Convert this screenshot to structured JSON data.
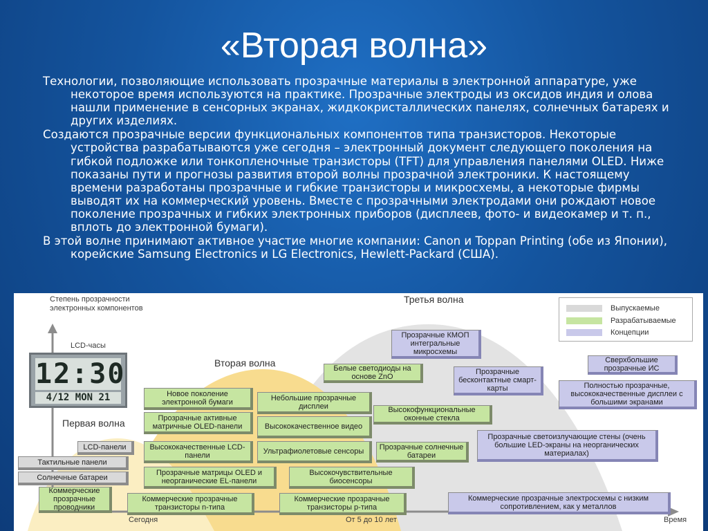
{
  "slide": {
    "title": "«Вторая волна»",
    "paragraphs": [
      "Технологии, позволяющие использовать прозрачные материалы в электронной аппаратуре, уже некоторое время используются на практике. Прозрачные электроды из оксидов индия и олова нашли применение в сенсорных экранах, жидкокристаллических панелях, солнечных батареях и других изделиях.",
      "Создаются прозрачные версии функциональных компонентов типа транзисторов. Некоторые устройства разрабатываются уже сегодня – электронный документ следующего поколения на гибкой подложке или тонкопленочные транзисторы (TFT) для управления панелями OLED. Ниже показаны пути и прогнозы развития второй волны прозрачной электроники. К настоящему времени разработаны прозрачные и гибкие транзисторы и микросхемы, а некоторые фирмы выводят их на коммерческий уровень. Вместе с прозрачными электродами они рождают новое поколение прозрачных и гибких электронных приборов (дисплеев, фото- и видеокамер и т. п., вплоть до электронной бумаги).",
      "В этой волне принимают активное участие многие компании: Canon и Toppan Printing (обе из Японии), корейские Samsung Electronics и LG Electronics, Hewlett-Packard (США)."
    ]
  },
  "diagram": {
    "y_axis_label": "Степень прозрачности электронных компонентов",
    "x_axis_label": "Время",
    "x_ticks": [
      "Сегодня",
      "От 5 до 10 лет"
    ],
    "wave_labels": [
      "Первая волна",
      "Вторая волна",
      "Третья волна"
    ],
    "clock_caption": "LCD-часы",
    "clock_time": "12:30",
    "clock_date": "4/12 MON 21",
    "legend": [
      {
        "label": "Выпускаемые",
        "color": "#d9d9d9"
      },
      {
        "label": "Разрабатываемые",
        "color": "#c6e5a1"
      },
      {
        "label": "Концепции",
        "color": "#c9c9ea"
      }
    ],
    "colors": {
      "wave1": "#fbeec2",
      "wave2": "#f8dc8f",
      "wave3": "#e3e3e3",
      "axis": "#8c8c8c"
    },
    "boxes": {
      "b1": "LCD-панели",
      "b2": "Тактильные панели",
      "b3": "Солнечные батареи",
      "b4": "Коммерческие прозрачные проводники",
      "b5": "Новое поколение электронной бумаги",
      "b6": "Прозрачные активные матричные OLED-панели",
      "b7": "Высококачественные LCD-панели",
      "b8": "Прозрачные матрицы OLED и неорганические EL-панели",
      "b9": "Коммерческие прозрачные транзисторы n-типа",
      "b10": "Небольшие прозрачные дисплеи",
      "b11": "Высококачественное видео",
      "b12": "Ультрафиолетовые сенсоры",
      "b13": "Высокочувствительные биосенсоры",
      "b14": "Коммерческие прозрачные транзисторы p-типа",
      "b15": "Белые светодиоды на основе ZnO",
      "b16": "Высокофункциональные оконные стекла",
      "b17": "Прозрачные солнечные батареи",
      "b18": "Прозрачные КМОП интегральные микросхемы",
      "b19": "Прозрачные бесконтактные смарт-карты",
      "b20": "Сверхбольшие прозрачные ИС",
      "b21": "Полностью прозрачные, высококачественные дисплеи с большими экранами",
      "b22": "Прозрачные светоизлучающие стены (очень большие LED-экраны на неорганических материалах)",
      "b23": "Коммерческие прозрачные электросхемы с низким сопротивлением, как у металлов"
    }
  }
}
